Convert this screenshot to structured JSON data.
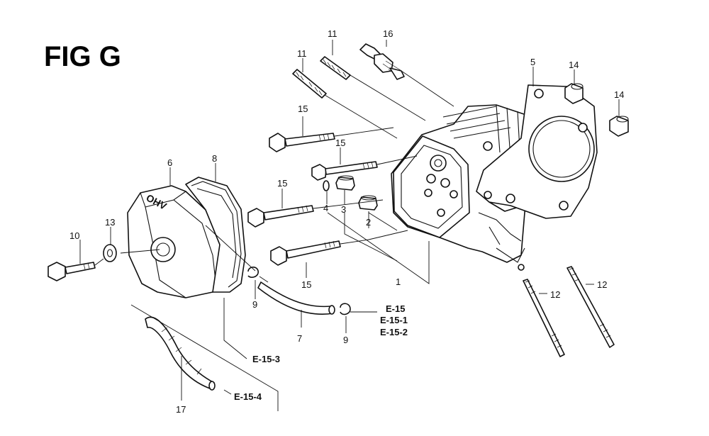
{
  "figure": {
    "title": "FIG G"
  },
  "callouts": {
    "c1": "1",
    "c2": "2",
    "c3": "3",
    "c4": "4",
    "c5": "5",
    "c6": "6",
    "c7": "7",
    "c8": "8",
    "c9a": "9",
    "c9b": "9",
    "c10": "10",
    "c11a": "11",
    "c11b": "11",
    "c12a": "12",
    "c12b": "12",
    "c13": "13",
    "c14a": "14",
    "c14b": "14",
    "c15a": "15",
    "c15b": "15",
    "c15c": "15",
    "c15d": "15",
    "c16": "16",
    "c17": "17"
  },
  "references": {
    "e15": "E-15",
    "e15_1": "E-15-1",
    "e15_2": "E-15-2",
    "e15_3": "E-15-3",
    "e15_4": "E-15-4"
  },
  "cover_marking": "OHV"
}
